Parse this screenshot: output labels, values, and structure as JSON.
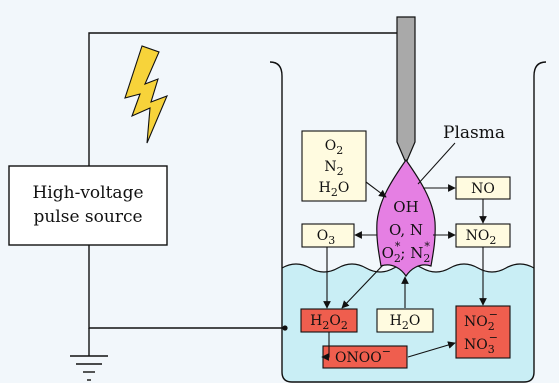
{
  "source": {
    "line1": "High-voltage",
    "line2": "pulse source"
  },
  "plasma_label": "Plasma",
  "plasma_species": {
    "line1": "OH",
    "line2": "O, N",
    "line3_a": "O",
    "line3_a_sub": "2",
    "line3_a_sup": "*",
    "line3_sep": "; N",
    "line3_b_sub": "2",
    "line3_b_sup": "*"
  },
  "gas_inputs": {
    "o2": {
      "main": "O",
      "sub": "2"
    },
    "n2": {
      "main": "N",
      "sub": "2"
    },
    "h2o": {
      "pre": "H",
      "sub": "2",
      "post": "O"
    }
  },
  "gas_products": {
    "no": "NO",
    "no2": {
      "main": "NO",
      "sub": "2"
    },
    "o3": {
      "main": "O",
      "sub": "3"
    }
  },
  "liquid_species": {
    "h2o2": {
      "a": "H",
      "a_sub": "2",
      "b": "O",
      "b_sub": "2"
    },
    "h2o": {
      "pre": "H",
      "sub": "2",
      "post": "O"
    },
    "onoo": {
      "main": "ONOO",
      "sup": "−"
    },
    "no2m": {
      "main": "NO",
      "sub": "2",
      "sup": "−"
    },
    "no3m": {
      "main": "NO",
      "sub": "3",
      "sup": "−"
    }
  },
  "colors": {
    "background": "#f2f7fb",
    "liquid": "#c9eef5",
    "plasma": "#e57fe3",
    "gas_box": "#fffbe0",
    "liquid_box": "#ef5e4e",
    "electrode": "#a9a9a9",
    "lightning": "#f7d33a"
  },
  "icons": {
    "lightning": "lightning-bolt-icon",
    "ground": "ground-symbol-icon"
  }
}
